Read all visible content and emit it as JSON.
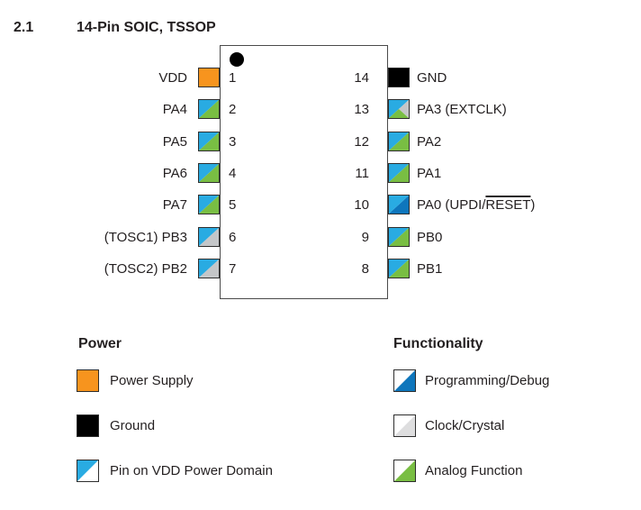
{
  "section": {
    "number": "2.1",
    "title": "14-Pin SOIC, TSSOP"
  },
  "palette": {
    "orange": "#F7941E",
    "cyan": "#29ABE2",
    "green": "#79BE43",
    "blue": "#0E76BC",
    "gray": "#C4C6C8",
    "graylight": "#DEDEDF",
    "black": "#000000"
  },
  "pins": {
    "left": [
      {
        "number": "1",
        "label": "VDD",
        "functions": [
          "power-supply"
        ]
      },
      {
        "number": "2",
        "label": "PA4",
        "functions": [
          "vdd-power-domain",
          "analog-function"
        ]
      },
      {
        "number": "3",
        "label": "PA5",
        "functions": [
          "vdd-power-domain",
          "analog-function"
        ]
      },
      {
        "number": "4",
        "label": "PA6",
        "functions": [
          "vdd-power-domain",
          "analog-function"
        ]
      },
      {
        "number": "5",
        "label": "PA7",
        "functions": [
          "vdd-power-domain",
          "analog-function"
        ]
      },
      {
        "number": "6",
        "label": "(TOSC1) PB3",
        "functions": [
          "vdd-power-domain",
          "clock-crystal"
        ]
      },
      {
        "number": "7",
        "label": "(TOSC2) PB2",
        "functions": [
          "vdd-power-domain",
          "clock-crystal"
        ]
      }
    ],
    "right": [
      {
        "number": "14",
        "label": "GND",
        "functions": [
          "ground"
        ]
      },
      {
        "number": "13",
        "label": "PA3 (EXTCLK)",
        "functions": [
          "vdd-power-domain",
          "clock-crystal",
          "analog-function"
        ]
      },
      {
        "number": "12",
        "label": "PA2",
        "functions": [
          "vdd-power-domain",
          "analog-function"
        ]
      },
      {
        "number": "11",
        "label": "PA1",
        "functions": [
          "vdd-power-domain",
          "analog-function"
        ]
      },
      {
        "number": "10",
        "label_pre": "PA0 (UPDI/",
        "label_overline": "RESET",
        "label_post": ")",
        "functions": [
          "vdd-power-domain",
          "programming-debug"
        ]
      },
      {
        "number": "9",
        "label": "PB0",
        "functions": [
          "vdd-power-domain",
          "analog-function"
        ]
      },
      {
        "number": "8",
        "label": "PB1",
        "functions": [
          "vdd-power-domain",
          "analog-function"
        ]
      }
    ]
  },
  "legend": {
    "power": {
      "heading": "Power",
      "items": [
        {
          "label": "Power Supply",
          "swatch": "power-supply"
        },
        {
          "label": "Ground",
          "swatch": "ground"
        },
        {
          "label": "Pin on VDD Power Domain",
          "swatch": "vdd-power-domain"
        }
      ]
    },
    "functionality": {
      "heading": "Functionality",
      "items": [
        {
          "label": "Programming/Debug",
          "swatch": "programming-debug"
        },
        {
          "label": "Clock/Crystal",
          "swatch": "clock-crystal"
        },
        {
          "label": "Analog Function",
          "swatch": "analog-function"
        }
      ]
    }
  }
}
